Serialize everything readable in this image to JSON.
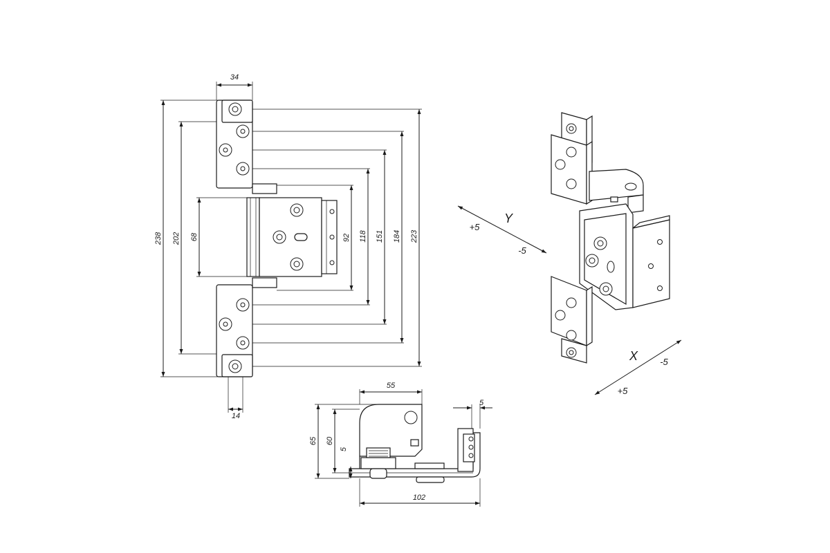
{
  "front_view": {
    "dim_width_top": "34",
    "dim_width_bottom": "14",
    "dim_238": "238",
    "dim_202": "202",
    "dim_68": "68",
    "dim_92": "92",
    "dim_118": "118",
    "dim_151": "151",
    "dim_184": "184",
    "dim_223": "223"
  },
  "side_view": {
    "dim_55": "55",
    "dim_5_top": "5",
    "dim_65": "65",
    "dim_60": "60",
    "dim_5_left": "5",
    "dim_102": "102"
  },
  "iso_view": {
    "axis_y": "Y",
    "y_plus": "+5",
    "y_minus": "-5",
    "axis_x": "X",
    "x_plus": "+5",
    "x_minus": "-5"
  },
  "colors": {
    "line": "#1a1a1a",
    "background": "#ffffff"
  }
}
